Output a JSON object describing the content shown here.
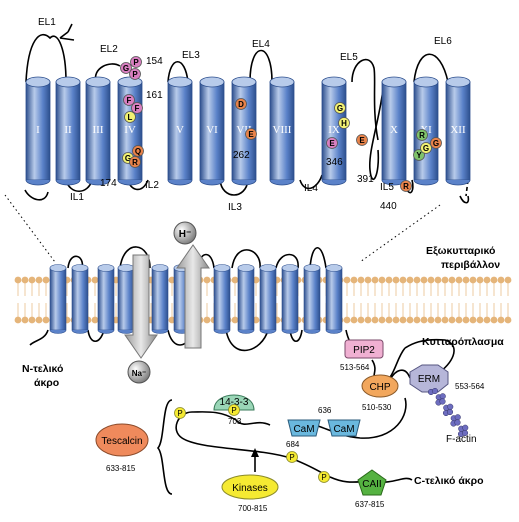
{
  "colors": {
    "helix_light": "#b8cbea",
    "helix_mid": "#5b82c9",
    "helix_dark": "#2d4f8e",
    "membrane_head": "#e5b57a",
    "pink": "#d97fc1",
    "yellow": "#f2f273",
    "orange": "#e9834a",
    "green": "#7fc36b",
    "purple_pip2": "#f0b0d2",
    "chp_orange": "#f2a75d",
    "erm_grey": "#b6b6d9",
    "tescalcin": "#ef8a5c",
    "cam_blue": "#6ab8de",
    "protein_1433": "#9ad6b7",
    "kinases": "#f5ea32",
    "cail_green": "#55b241"
  },
  "top_panel": {
    "helices": [
      "I",
      "II",
      "III",
      "IV",
      "V",
      "VI",
      "VII",
      "VIII",
      "IX",
      "X",
      "XI",
      "XII"
    ],
    "extracellular_loops": [
      "EL1",
      "EL2",
      "EL3",
      "EL4",
      "EL5",
      "EL6"
    ],
    "intracellular_loops": [
      "IL1",
      "IL2",
      "IL3",
      "IL4",
      "IL5"
    ],
    "residue_numbers": [
      "154",
      "161",
      "174",
      "262",
      "346",
      "391",
      "440"
    ],
    "residues": [
      {
        "letter": "G",
        "color": "pink"
      },
      {
        "letter": "P",
        "color": "pink"
      },
      {
        "letter": "P",
        "color": "pink"
      },
      {
        "letter": "F",
        "color": "pink"
      },
      {
        "letter": "F",
        "color": "pink"
      },
      {
        "letter": "L",
        "color": "yellow"
      },
      {
        "letter": "G",
        "color": "yellow"
      },
      {
        "letter": "Q",
        "color": "orange"
      },
      {
        "letter": "R",
        "color": "orange"
      },
      {
        "letter": "D",
        "color": "orange"
      },
      {
        "letter": "E",
        "color": "orange"
      },
      {
        "letter": "G",
        "color": "yellow"
      },
      {
        "letter": "H",
        "color": "yellow"
      },
      {
        "letter": "E",
        "color": "pink"
      },
      {
        "letter": "E",
        "color": "orange"
      },
      {
        "letter": "R",
        "color": "green"
      },
      {
        "letter": "Y",
        "color": "green"
      },
      {
        "letter": "G",
        "color": "yellow"
      },
      {
        "letter": "G",
        "color": "orange"
      },
      {
        "letter": "R",
        "color": "orange"
      }
    ]
  },
  "bottom_panel": {
    "extracellular_label_1": "Εξωκυτταρικό",
    "extracellular_label_2": "περιβάλλον",
    "cytoplasm_label": "Κυτταρόπλασμα",
    "n_terminal_1": "Ν-τελικό",
    "n_terminal_2": "άκρο",
    "c_terminal": "C-τελικό άκρο",
    "ion_h": "H⁻",
    "ion_na": "Na⁻",
    "binders": {
      "pip2": {
        "label": "PIP2",
        "range": "513-564"
      },
      "chp": {
        "label": "CHP",
        "range": "510-530"
      },
      "erm": {
        "label": "ERM",
        "range": "553-564"
      },
      "f_actin": "F-actin",
      "p1433": {
        "label": "14-3-3",
        "range": "703"
      },
      "cam1": {
        "label": "CaM",
        "range": "684"
      },
      "cam2": {
        "label": "CaM",
        "range": "636"
      },
      "tescalcin": {
        "label": "Tescalcin",
        "range": "633-815"
      },
      "kinases": {
        "label": "Kinases",
        "range": "700-815"
      },
      "cail": {
        "label": "CAII",
        "range": "637-815"
      }
    },
    "phospho": "P"
  }
}
